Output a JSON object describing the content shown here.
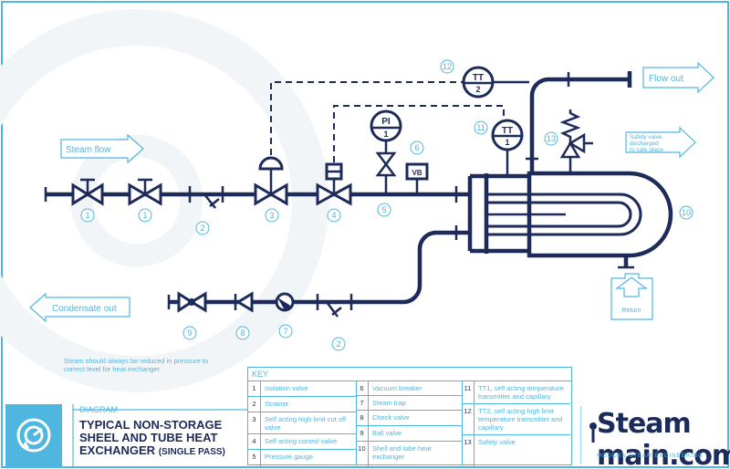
{
  "labels": {
    "steam_flow": "Steam flow",
    "condensate_out": "Condensate out",
    "flow_out": "Flow out",
    "safety_valve_note": "Safety valve discharged to safe place",
    "return": "Return"
  },
  "instruments": {
    "pi_tag": "PI",
    "pi_num": "1",
    "tt1_tag": "TT",
    "tt1_num": "1",
    "tt2_tag": "TT",
    "tt2_num": "2",
    "vb_tag": "VB"
  },
  "callouts": [
    "1",
    "1",
    "2",
    "3",
    "4",
    "5",
    "6",
    "7",
    "8",
    "9",
    "2",
    "10",
    "11",
    "12",
    "13"
  ],
  "note": "Steam should always be reduced in pressure to correct level for heat exchanger",
  "key": {
    "title": "KEY",
    "items": [
      {
        "n": "1",
        "t": "Isolation valve"
      },
      {
        "n": "2",
        "t": "Strainer"
      },
      {
        "n": "3",
        "t": "Self acting high limit cut off valve"
      },
      {
        "n": "4",
        "t": "Self acting control valve"
      },
      {
        "n": "5",
        "t": "Pressure gauge"
      },
      {
        "n": "6",
        "t": "Vacuum breaker"
      },
      {
        "n": "7",
        "t": "Steam trap"
      },
      {
        "n": "8",
        "t": "Check valve"
      },
      {
        "n": "9",
        "t": "Ball valve"
      },
      {
        "n": "10",
        "t": "Shell and tube heat exchanger"
      },
      {
        "n": "11",
        "t": "TT1, self acting temperature transmitter and capillary"
      },
      {
        "n": "12",
        "t": "TT2, self acting high limit temperature transmitter and capillary"
      },
      {
        "n": "13",
        "t": "Safety valve"
      }
    ]
  },
  "title_block": {
    "label": "DIAGRAM",
    "title": "TYPICAL NON-STORAGE SHEEL AND TUBE HEAT EXCHANGER",
    "subtitle": "(SINGLE PASS)"
  },
  "brand": {
    "name": "Steam main.com",
    "tagline": "MODERN STEAM ENGINEERING"
  },
  "colors": {
    "pipe": "#1d2b5b",
    "accent": "#4fb6e0"
  }
}
